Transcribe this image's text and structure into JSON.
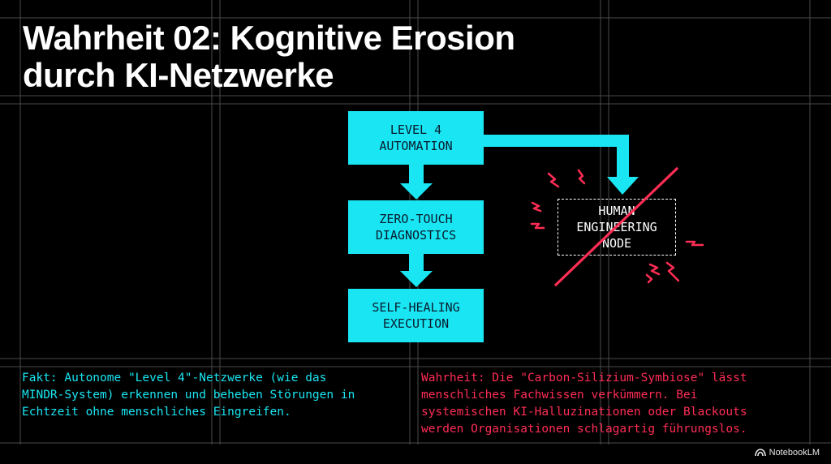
{
  "title": {
    "line1": "Wahrheit 02: Kognitive Erosion",
    "line2": "durch KI-Netzwerke"
  },
  "diagram": {
    "boxes": [
      {
        "line1": "LEVEL 4",
        "line2": "AUTOMATION"
      },
      {
        "line1": "ZERO-TOUCH",
        "line2": "DIAGNOSTICS"
      },
      {
        "line1": "SELF-HEALING",
        "line2": "EXECUTION"
      }
    ],
    "node": {
      "line1": "HUMAN",
      "line2": "ENGINEERING",
      "line3": "NODE"
    }
  },
  "fact": {
    "lines": [
      "Fakt: Autonome \"Level 4\"-Netzwerke (wie das",
      "MINDR-System) erkennen und beheben Störungen in",
      "Echtzeit ohne menschliches Eingreifen."
    ]
  },
  "truth": {
    "lines": [
      "Wahrheit: Die \"Carbon-Silizium-Symbiose\" lässt",
      "menschliches Fachwissen verkümmern. Bei",
      "systemischen KI-Halluzinationen oder Blackouts",
      "werden Organisationen schlagartig führungslos."
    ]
  },
  "watermark": {
    "label": "NotebookLM"
  },
  "colors": {
    "background": "#000000",
    "accent_cyan": "#19e6f2",
    "alert_red": "#ff2d55",
    "grid": "#555555",
    "text": "#ffffff"
  }
}
